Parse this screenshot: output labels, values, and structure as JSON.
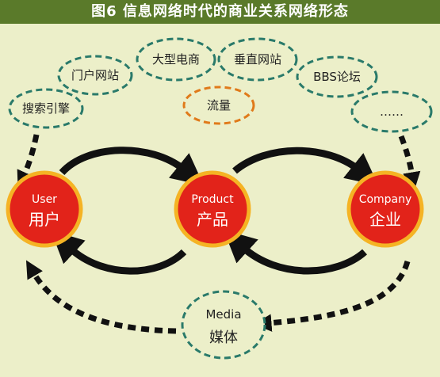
{
  "title": "图6  信息网络时代的商业关系网络形态",
  "colors": {
    "header_bg": "#5a7a2a",
    "background": "#ecefc9",
    "node_fill": "#e2231a",
    "node_ring": "#f5b324",
    "teal_dash": "#2a7a6a",
    "orange_dash": "#e07a1a",
    "arrow": "#111111"
  },
  "channels": [
    {
      "label": "搜索引擎"
    },
    {
      "label": "门户网站"
    },
    {
      "label": "大型电商"
    },
    {
      "label": "垂直网站"
    },
    {
      "label": "BBS论坛"
    },
    {
      "label": "……"
    }
  ],
  "traffic": {
    "label": "流量"
  },
  "nodes": [
    {
      "en": "User",
      "zh": "用户"
    },
    {
      "en": "Product",
      "zh": "产品"
    },
    {
      "en": "Company",
      "zh": "企业"
    }
  ],
  "media": {
    "en": "Media",
    "zh": "媒体"
  }
}
